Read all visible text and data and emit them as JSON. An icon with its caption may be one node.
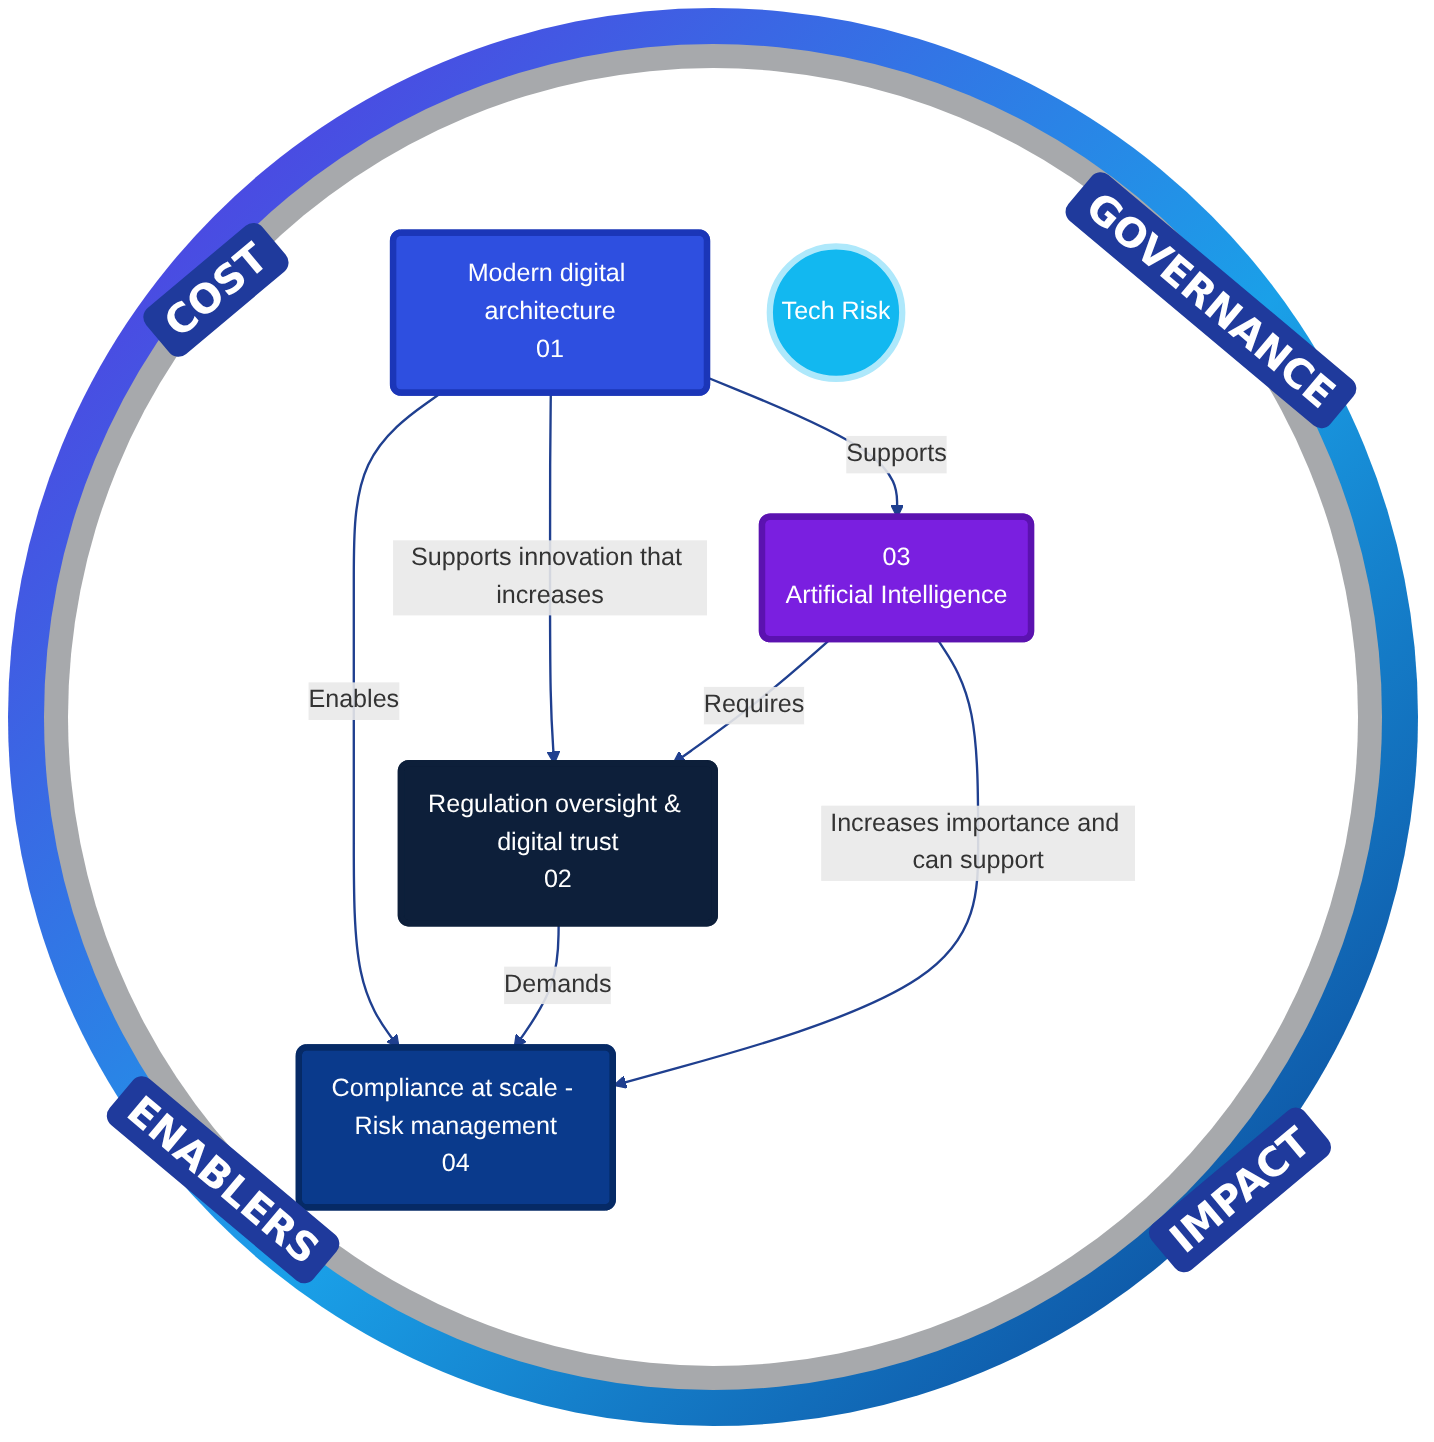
{
  "diagram": {
    "nodes": [
      {
        "text": [
          "Modern digital architecture",
          "01"
        ]
      },
      {
        "text": [
          "Compliance at scale - Risk management",
          "04"
        ]
      },
      {
        "text": [
          "Tech Risk"
        ]
      },
      {
        "text": [
          "Regulation oversight & digital trust",
          "02"
        ]
      },
      {
        "text": [
          "03",
          "Artificial Intelligence"
        ]
      }
    ],
    "edges": [
      {
        "from": 0,
        "to": 1,
        "label": "Enables",
        "arrow": "to"
      },
      {
        "from": 0,
        "to": 3,
        "label": "Supports innovation that increases",
        "arrow": "to"
      },
      {
        "from": 0,
        "to": 4,
        "label": "Supports",
        "arrow": "to"
      },
      {
        "from": 3,
        "to": 1,
        "label": "Demands",
        "arrow": "to"
      },
      {
        "from": 4,
        "to": 3,
        "label": "Requires",
        "arrow": "to"
      },
      {
        "from": 4,
        "to": 1,
        "label": "Increases importance and can support",
        "arrow": "to"
      }
    ],
    "labels": [
      "COST",
      "GOVERNANCE",
      "ENABLERS",
      "IMPACT"
    ]
  }
}
